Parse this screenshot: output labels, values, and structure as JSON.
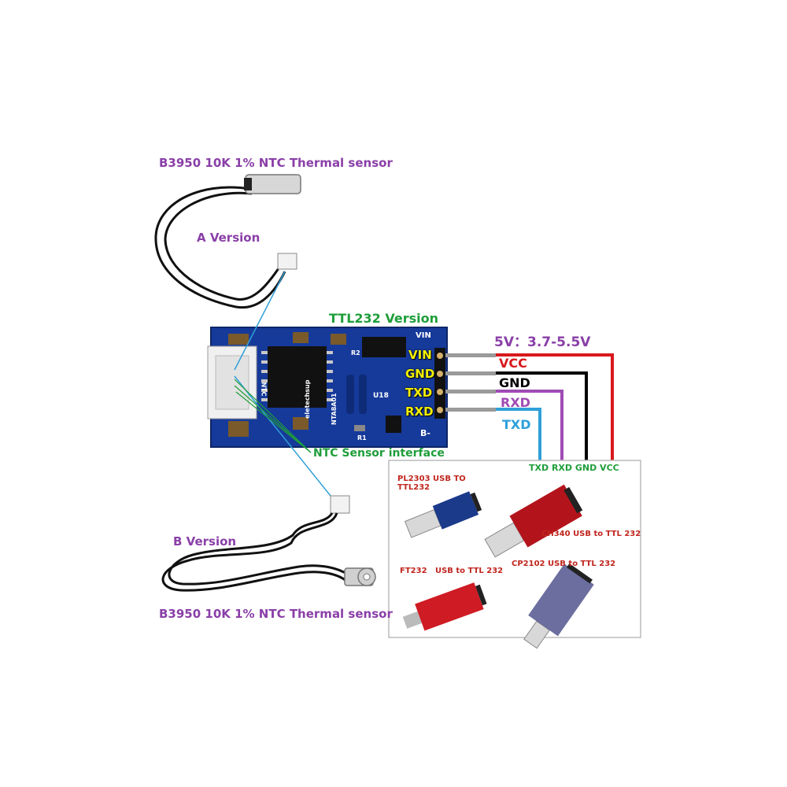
{
  "labels": {
    "sensor_top": "B3950 10K 1% NTC Thermal sensor",
    "version_a": "A Version",
    "ttl_version": "TTL232 Version",
    "power_range": "5V：3.7-5.5V",
    "ntc_interface": "NTC Sensor interface",
    "version_b": "B Version",
    "sensor_bottom": "B3950 10K 1% NTC Thermal sensor"
  },
  "board": {
    "pins": [
      "VIN",
      "GND",
      "TXD",
      "RXD"
    ],
    "silk_vin": "VIN",
    "silk_b": "B-",
    "silk_u18": "U18",
    "silk_r1": "R1",
    "silk_r2": "R2",
    "silk_ntc": "NTC",
    "silk_brand": "eletechsup",
    "silk_model": "NTA8A01"
  },
  "wires": {
    "vcc": {
      "label": "VCC",
      "color": "#d8181c"
    },
    "gnd": {
      "label": "GND",
      "color": "#000000"
    },
    "rxd": {
      "label": "RXD",
      "color": "#a04bb4"
    },
    "txd": {
      "label": "TXD",
      "color": "#2fa0d8"
    }
  },
  "adapter_header": "TXD RXD GND VCC",
  "adapters": {
    "pl2303": "PL2303 USB TO TTL232",
    "ch340": "CH340  USB to TTL 232",
    "ft232": "FT232   USB to TTL 232",
    "cp2102": "CP2102 USB to TTL 232"
  }
}
